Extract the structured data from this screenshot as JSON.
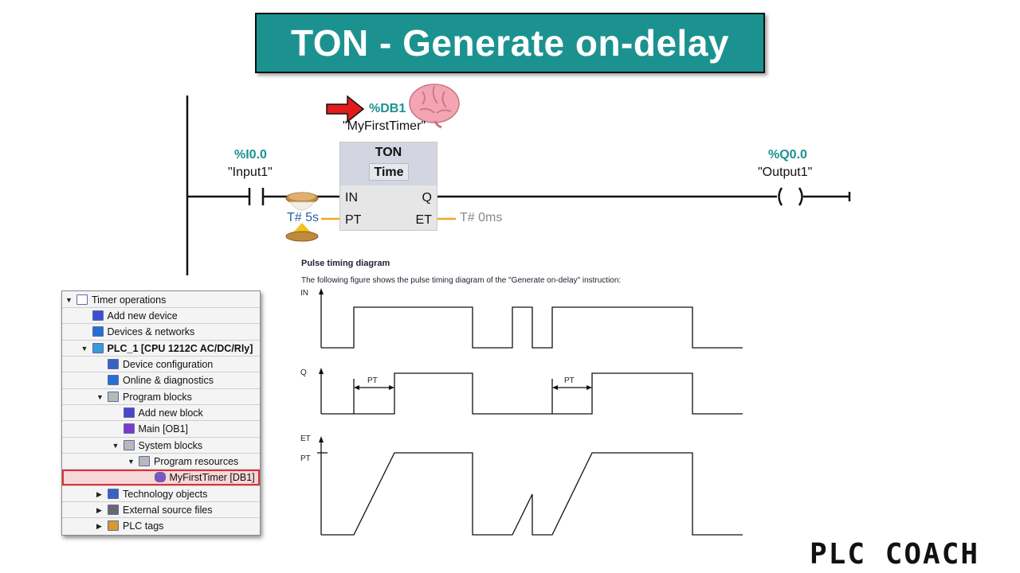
{
  "title": "TON - Generate on-delay",
  "ladder": {
    "db_address": "%DB1",
    "db_name": "\"MyFirstTimer\"",
    "input_address": "%I0.0",
    "input_name": "\"Input1\"",
    "output_address": "%Q0.0",
    "output_name": "\"Output1\"",
    "block_name": "TON",
    "block_type": "Time",
    "pin_in": "IN",
    "pin_pt": "PT",
    "pin_q": "Q",
    "pin_et": "ET",
    "pt_value": "T# 5s",
    "et_value": "T# 0ms",
    "colors": {
      "teal": "#1c9290",
      "arrow": "#e31b1b",
      "wire_orange": "#f0a820",
      "pt_blue": "#2d5fa8"
    }
  },
  "tree": {
    "items": [
      {
        "label": "Timer operations",
        "icon": "document-icon",
        "level": 0,
        "caret": "down"
      },
      {
        "label": "Add new device",
        "icon": "add-device-icon",
        "level": 1,
        "caret": ""
      },
      {
        "label": "Devices & networks",
        "icon": "network-icon",
        "level": 1,
        "caret": ""
      },
      {
        "label": "PLC_1 [CPU 1212C AC/DC/Rly]",
        "icon": "plc-icon",
        "level": 1,
        "caret": "down",
        "bold": true
      },
      {
        "label": "Device configuration",
        "icon": "device-config-icon",
        "level": 2,
        "caret": ""
      },
      {
        "label": "Online & diagnostics",
        "icon": "diagnostics-icon",
        "level": 2,
        "caret": ""
      },
      {
        "label": "Program blocks",
        "icon": "folder-icon",
        "level": 2,
        "caret": "down"
      },
      {
        "label": "Add new block",
        "icon": "add-block-icon",
        "level": 3,
        "caret": ""
      },
      {
        "label": "Main [OB1]",
        "icon": "ob-icon",
        "level": 3,
        "caret": ""
      },
      {
        "label": "System blocks",
        "icon": "folder-icon",
        "level": 3,
        "caret": "down"
      },
      {
        "label": "Program resources",
        "icon": "folder-icon",
        "level": 4,
        "caret": "down"
      },
      {
        "label": "MyFirstTimer [DB1]",
        "icon": "db-icon",
        "level": 5,
        "caret": "",
        "selected": true
      },
      {
        "label": "Technology objects",
        "icon": "technology-icon",
        "level": 2,
        "caret": "right"
      },
      {
        "label": "External source files",
        "icon": "source-files-icon",
        "level": 2,
        "caret": "right"
      },
      {
        "label": "PLC tags",
        "icon": "tags-icon",
        "level": 2,
        "caret": "right"
      }
    ]
  },
  "diagram": {
    "title": "Pulse timing diagram",
    "description": "The following figure shows the pulse timing diagram of the \"Generate on-delay\" instruction:",
    "label_in": "IN",
    "label_q": "Q",
    "label_et": "ET",
    "label_pt_axis": "PT",
    "label_pt_interval": "PT"
  },
  "logo": "PLC COACH"
}
